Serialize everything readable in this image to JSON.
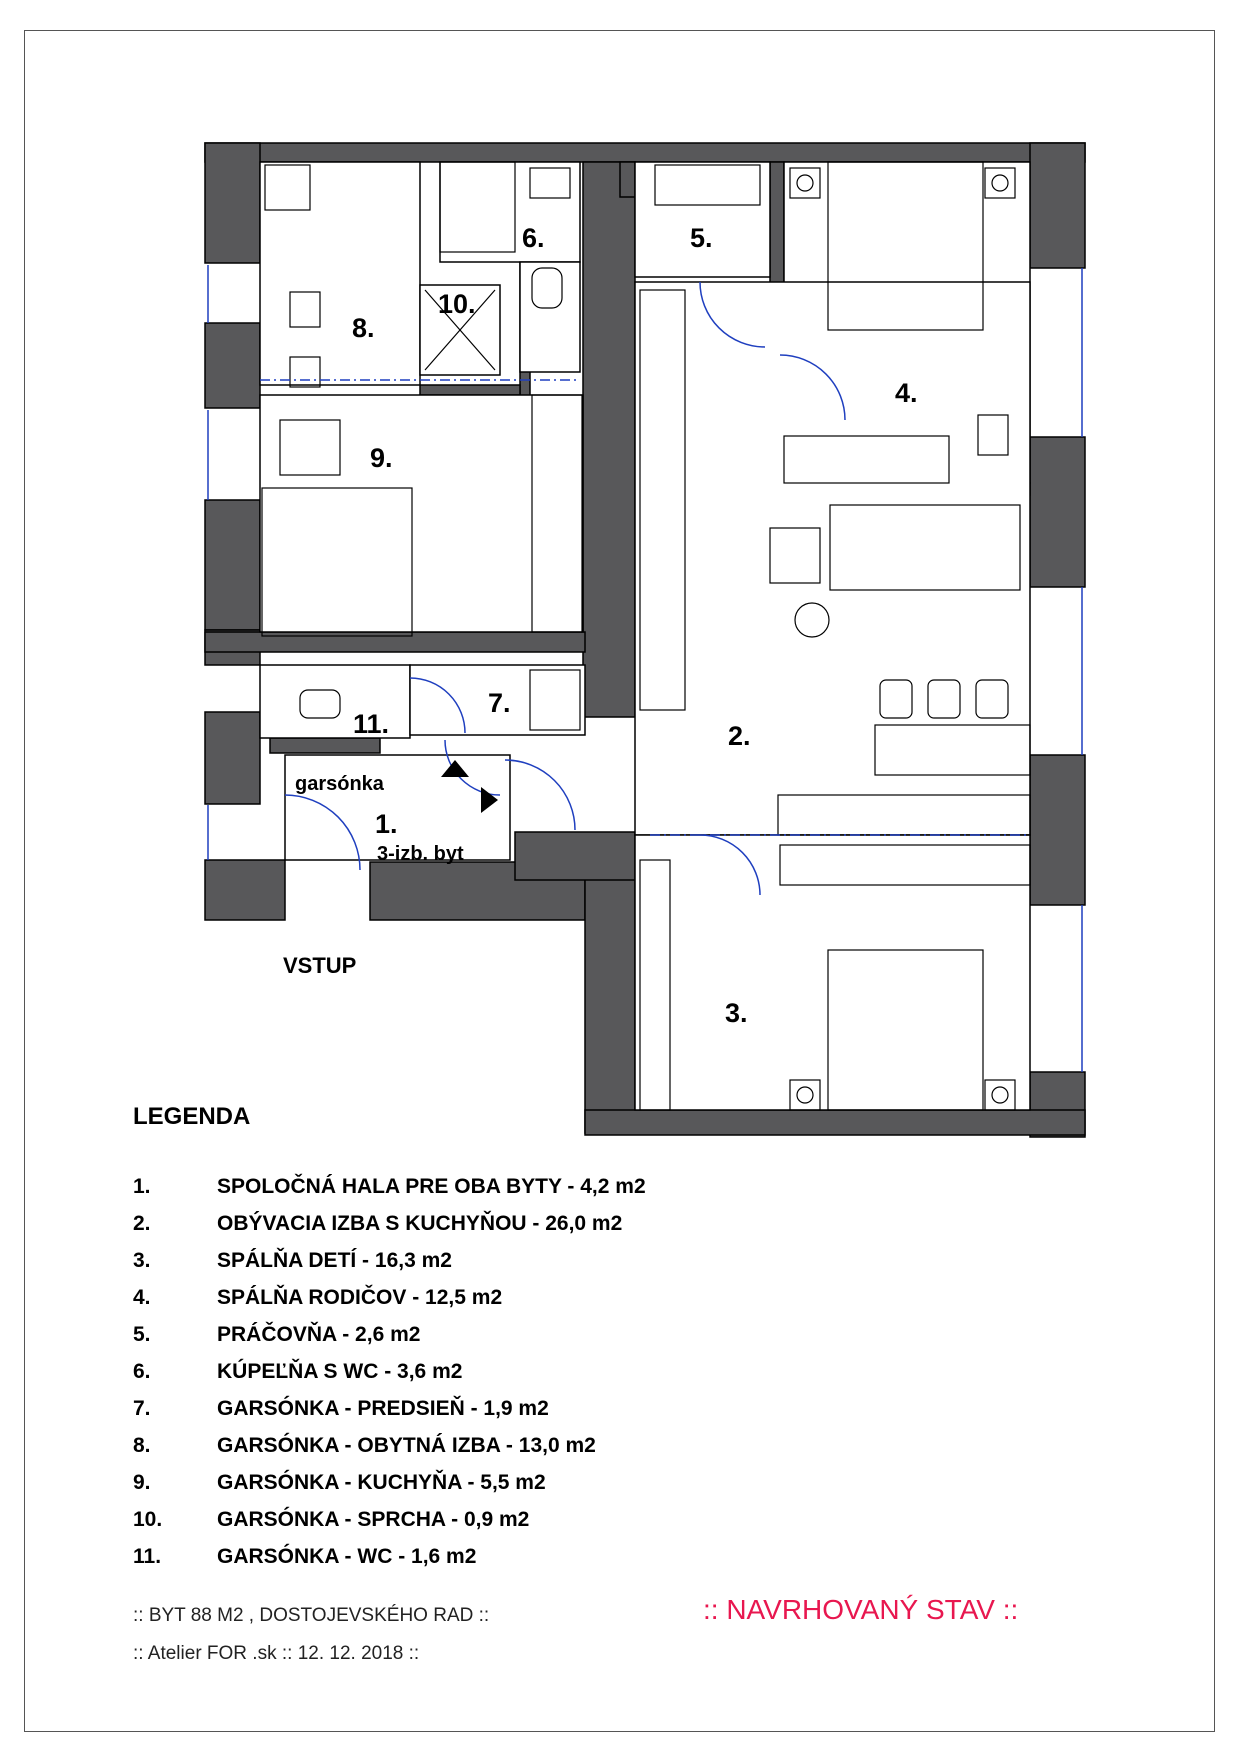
{
  "plan": {
    "rooms": [
      {
        "id": "1",
        "label": "1."
      },
      {
        "id": "2",
        "label": "2."
      },
      {
        "id": "3",
        "label": "3."
      },
      {
        "id": "4",
        "label": "4."
      },
      {
        "id": "5",
        "label": "5."
      },
      {
        "id": "6",
        "label": "6."
      },
      {
        "id": "7",
        "label": "7."
      },
      {
        "id": "8",
        "label": "8."
      },
      {
        "id": "9",
        "label": "9."
      },
      {
        "id": "10",
        "label": "10."
      },
      {
        "id": "11",
        "label": "11."
      }
    ],
    "hall_upper_label": "garsónka",
    "hall_lower_label": "3-izb. byt",
    "entrance_label": "VSTUP",
    "colors": {
      "wall": "#58585a",
      "outline": "#000000",
      "accent": "#1f3fbf"
    }
  },
  "legend": {
    "title": "LEGENDA",
    "items": [
      {
        "num": "1.",
        "text": "SPOLOČNÁ HALA PRE OBA BYTY - 4,2 m2"
      },
      {
        "num": "2.",
        "text": "OBÝVACIA IZBA S KUCHYŇOU - 26,0 m2"
      },
      {
        "num": "3.",
        "text": "SPÁLŇA  DETÍ - 16,3 m2"
      },
      {
        "num": "4.",
        "text": "SPÁLŇA RODIČOV - 12,5 m2"
      },
      {
        "num": "5.",
        "text": "PRÁČOVŇA - 2,6 m2"
      },
      {
        "num": "6.",
        "text": "KÚPEĽŇA S WC - 3,6 m2"
      },
      {
        "num": "7.",
        "text": "GARSÓNKA - PREDSIEŇ - 1,9 m2"
      },
      {
        "num": "8.",
        "text": "GARSÓNKA - OBYTNÁ IZBA - 13,0 m2"
      },
      {
        "num": "9.",
        "text": "GARSÓNKA - KUCHYŇA - 5,5 m2"
      },
      {
        "num": "10.",
        "text": "GARSÓNKA - SPRCHA - 0,9 m2"
      },
      {
        "num": "11.",
        "text": "GARSÓNKA - WC - 1,6 m2"
      }
    ]
  },
  "footer": {
    "line1": ":: BYT  88 M2 , DOSTOJEVSKÉHO RAD   ::",
    "line2": ":: Atelier FOR .sk  ::  12. 12. 2018  ::",
    "status": "::  NAVRHOVANÝ STAV  ::",
    "status_color": "#e8174f"
  }
}
